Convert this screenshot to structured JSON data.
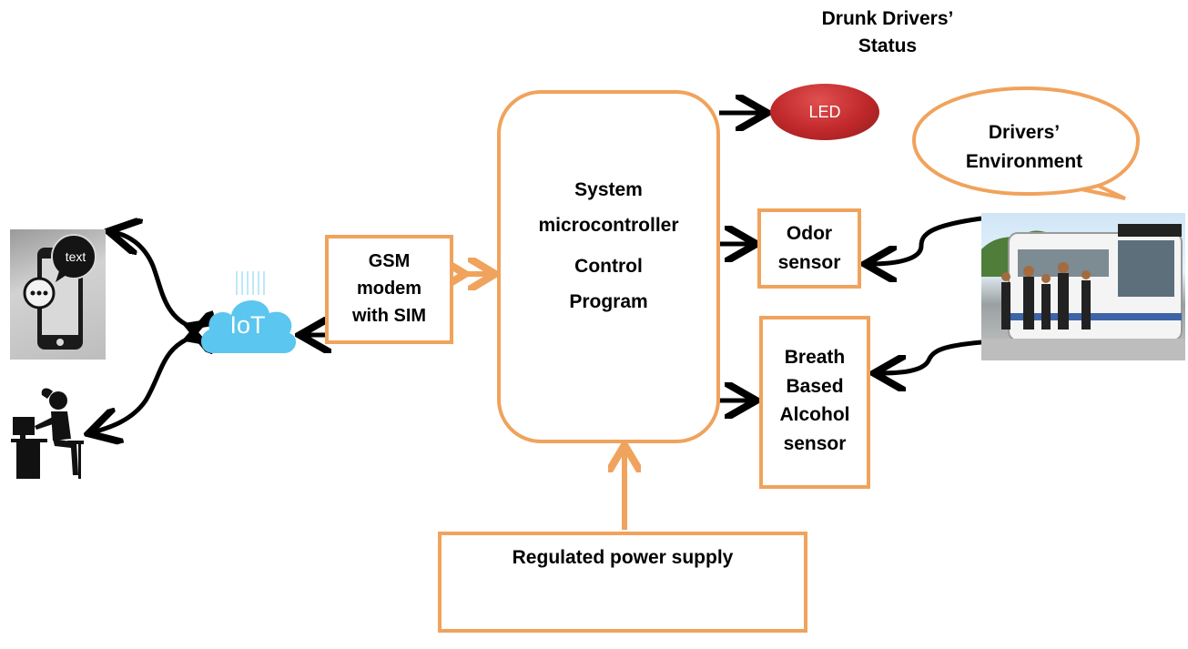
{
  "status": {
    "line1": "Drunk Drivers’",
    "line2": "Status"
  },
  "led": {
    "label": "LED"
  },
  "environment": {
    "line1": "Drivers’",
    "line2": "Environment"
  },
  "controller": {
    "line1": "System",
    "line2": "microcontroller",
    "line3": "Control",
    "line4": "Program"
  },
  "gsm": {
    "line1": "GSM",
    "line2": "modem",
    "line3": "with SIM"
  },
  "iot": {
    "label": "IoT"
  },
  "phone": {
    "bubble_text": "text",
    "icon": "chat-phone-icon"
  },
  "user": {
    "icon": "person-at-computer-icon"
  },
  "odor": {
    "line1": "Odor",
    "line2": "sensor"
  },
  "alcohol": {
    "line1": "Breath",
    "line2": "Based",
    "line3": "Alcohol",
    "line4": "sensor"
  },
  "power": {
    "label": "Regulated power supply"
  },
  "photo": {
    "icon": "bus-photo"
  },
  "colors": {
    "box_border": "#f0a35c",
    "led_red": "#c0282a",
    "cloud_blue": "#5bc6ef"
  }
}
